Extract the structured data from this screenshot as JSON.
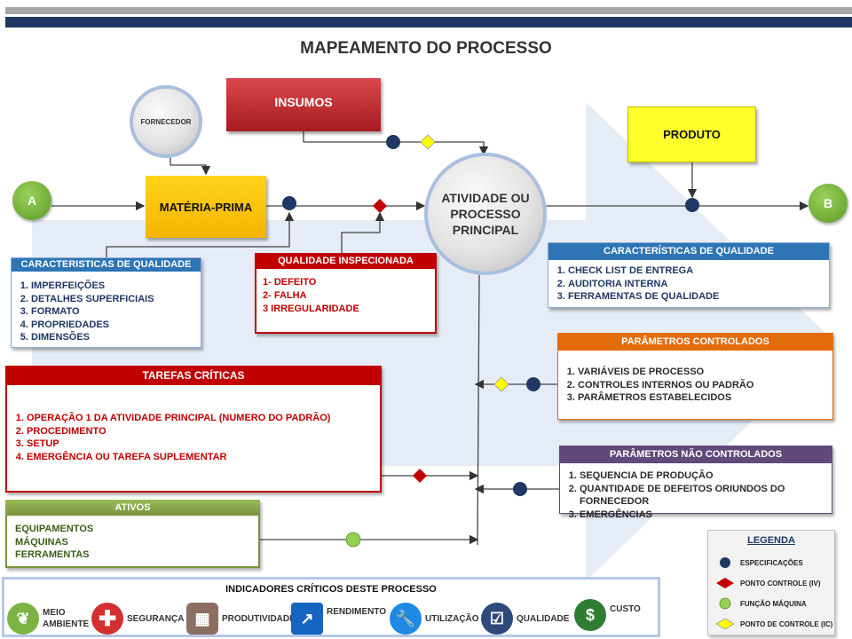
{
  "title": "MAPEAMENTO DO PROCESSO",
  "nodes": {
    "fornecedor": "FORNECEDOR",
    "insumos": "INSUMOS",
    "produto": "PRODUTO",
    "materia_prima": "MATÉRIA-PRIMA",
    "atividade": "ATIVIDADE OU PROCESSO PRINCIPAL",
    "connector_a": "A",
    "connector_b": "B"
  },
  "caracteristicas_entrada": {
    "header": "CARACTERISTICAS  DE QUALIDADE",
    "items": [
      "IMPERFEIÇÕES",
      "DETALHES SUPERFICIAIS",
      "FORMATO",
      "PROPRIEDADES",
      "DIMENSÕES"
    ]
  },
  "qualidade_inspecionada": {
    "header": "QUALIDADE INSPECIONADA",
    "items": [
      "1-  DEFEITO",
      "2- FALHA",
      "3 IRREGULARIDADE"
    ]
  },
  "caracteristicas_saida": {
    "header": "CARACTERÍSTICAS  DE QUALIDADE",
    "items": [
      "CHECK LIST DE ENTREGA",
      "AUDITORIA INTERNA",
      "FERRAMENTAS DE QUALIDADE"
    ]
  },
  "parametros_controlados": {
    "header": "PARÂMETROS  CONTROLADOS",
    "items": [
      "VARIÁVEIS DE PROCESSO",
      "CONTROLES INTERNOS OU PADRÃO",
      "PARÂMETROS ESTABELECIDOS"
    ]
  },
  "parametros_nao_controlados": {
    "header": "PARÂMETROS  NÃO CONTROLADOS",
    "items": [
      "SEQUENCIA DE PRODUÇÃO",
      "QUANTIDADE DE DEFEITOS ORIUNDOS DO FORNECEDOR",
      "EMERGÊNCIAS"
    ]
  },
  "tarefas_criticas": {
    "header": "TAREFAS CRÍTICAS",
    "items": [
      "OPERAÇÃO  1 DA ATIVIDADE PRINCIPAL (NUMERO DO PADRÃO)",
      "PROCEDIMENTO",
      "SETUP",
      "EMERGÊNCIA OU TAREFA SUPLEMENTAR"
    ]
  },
  "ativos": {
    "header": "ATIVOS",
    "items": [
      "EQUIPAMENTOS",
      "MÁQUINAS",
      "FERRAMENTAS"
    ]
  },
  "indicadores": {
    "header": "INDICADORES  CRÍTICOS  DESTE  PROCESSO",
    "items": [
      {
        "label": "MEIO AMBIENTE",
        "icon": "leaf-icon",
        "color": "#7cb342"
      },
      {
        "label": "SEGURANÇA",
        "icon": "cross-icon",
        "color": "#d32f2f"
      },
      {
        "label": "PRODUTIVIDADE",
        "icon": "chart-icon",
        "color": "#8d6e63"
      },
      {
        "label": "RENDIMENTO",
        "icon": "trend-icon",
        "color": "#1565c0"
      },
      {
        "label": "UTILIZAÇÃO",
        "icon": "wrench-icon",
        "color": "#1e88e5"
      },
      {
        "label": "QUALIDADE",
        "icon": "check-icon",
        "color": "#2e4a7d"
      },
      {
        "label": "CUSTO",
        "icon": "dollar-icon",
        "color": "#2e7d32"
      }
    ]
  },
  "legenda": {
    "header": "LEGENDA",
    "items": [
      {
        "label": "ESPECIFICAÇÕES",
        "marker": "circle",
        "color": "#1f3864"
      },
      {
        "label": "PONTO CONTROLE (IV)",
        "marker": "diamond",
        "color": "#c00000"
      },
      {
        "label": "FUNÇÃO MÁQUINA",
        "marker": "circle",
        "color": "#92d050"
      },
      {
        "label": "PONTO DE CONTROLE (IC)",
        "marker": "diamond",
        "color": "#ffff00"
      }
    ]
  }
}
